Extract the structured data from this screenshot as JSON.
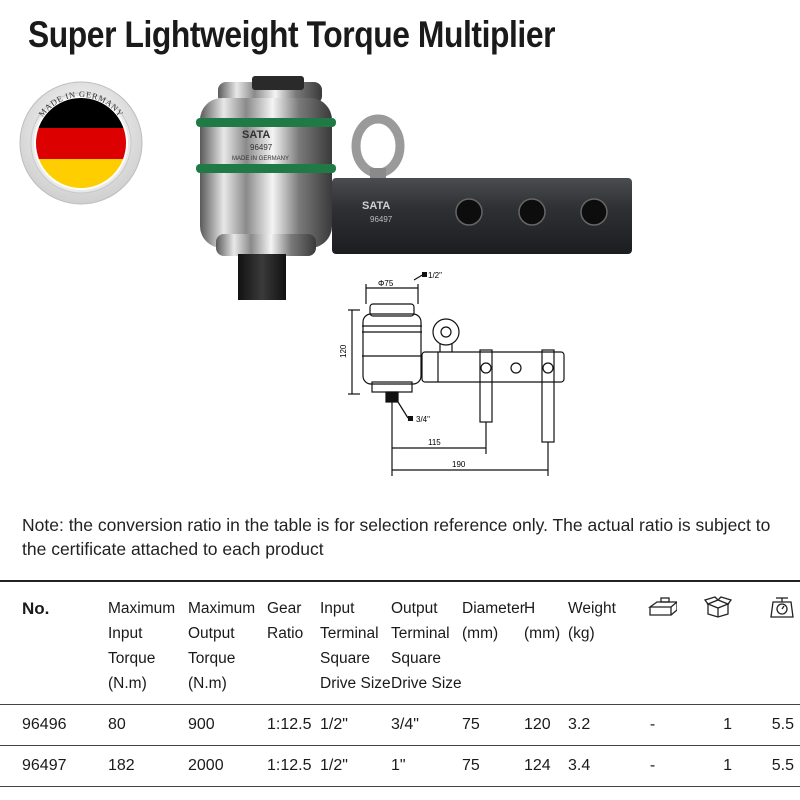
{
  "title": "Super Lightweight Torque Multiplier",
  "badge": {
    "text": "MADE IN GERMANY",
    "flag_colors": [
      "#000000",
      "#dd0000",
      "#ffce00"
    ]
  },
  "product": {
    "brand": "SATA",
    "model_head": "96497",
    "head_small_text": "MADE IN GERMANY",
    "model_arm": "96497"
  },
  "diagram": {
    "dim_diameter": "Φ75",
    "dim_input": "1/2\"",
    "dim_height": "120",
    "dim_output": "3/4\"",
    "dim_115": "115",
    "dim_190": "190"
  },
  "note": "Note: the conversion ratio in the table is for selection reference only. The actual ratio is subject to the certificate attached to each product",
  "table": {
    "headers": [
      "No.",
      "Maximum Input Torque (N.m)",
      "Maximum Output Torque (N.m)",
      "Gear Ratio",
      "Input Terminal Square Drive Size",
      "Output Terminal Square Drive Size",
      "Diameter (mm)",
      "H (mm)",
      "Weight (kg)"
    ],
    "icons": [
      "toolbox-icon",
      "carton-box-icon",
      "scale-icon"
    ],
    "rows": [
      [
        "96496",
        "80",
        "900",
        "1:12.5",
        "1/2\"",
        "3/4\"",
        "75",
        "120",
        "3.2",
        "-",
        "1",
        "5.5"
      ],
      [
        "96497",
        "182",
        "2000",
        "1:12.5",
        "1/2\"",
        "1\"",
        "75",
        "124",
        "3.4",
        "-",
        "1",
        "5.5"
      ]
    ]
  }
}
